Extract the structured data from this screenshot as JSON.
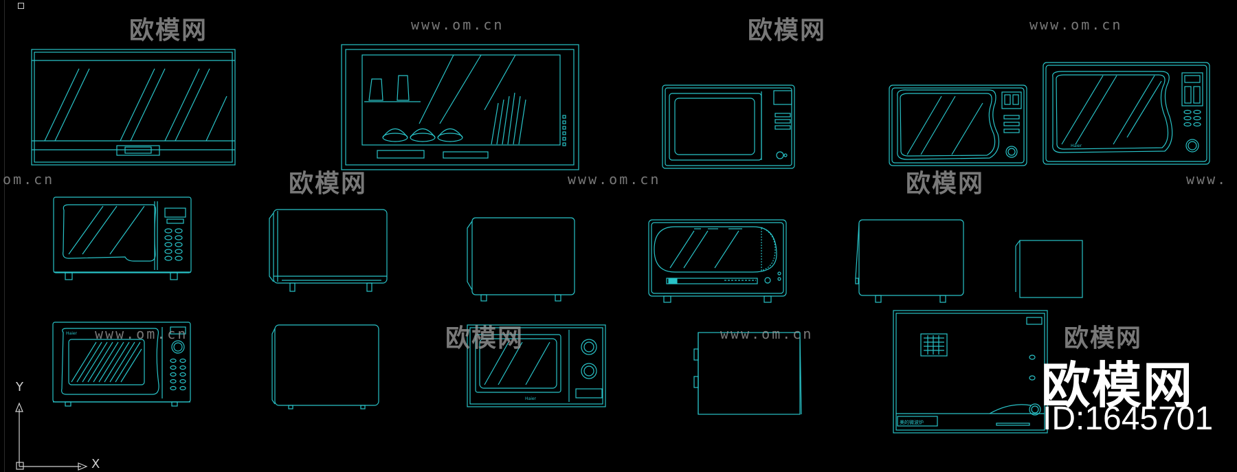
{
  "canvas": {
    "background": "#000000",
    "line_color": "#29c3c8",
    "watermark_color": "#9a9a9a"
  },
  "watermark": {
    "brand": "欧模网",
    "url": "www.om.cn",
    "url_partial_left": "om.cn",
    "url_partial_right": "www."
  },
  "logo": {
    "text": "欧模网",
    "id_text": "ID:1645701"
  },
  "ucs": {
    "x_label": "X",
    "y_label": "Y"
  },
  "drawings": {
    "brand_label": "Haier",
    "panel_caption": "美的微波炉"
  }
}
